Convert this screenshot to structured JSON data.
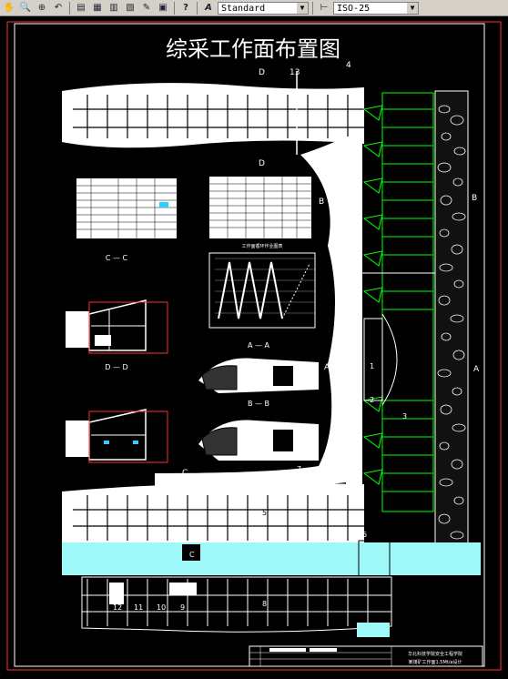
{
  "toolbar": {
    "text_style_value": "Standard",
    "dim_style_value": "ISO-25",
    "icons": [
      "pan-icon",
      "zoom-realtime-icon",
      "zoom-window-icon",
      "zoom-previous-icon",
      "properties-icon",
      "design-center-icon",
      "tool-palettes-icon",
      "sheet-set-icon",
      "markup-icon",
      "calculator-icon",
      "help-icon",
      "text-style-icon",
      "dim-style-icon"
    ]
  },
  "drawing": {
    "title": "综采工作面布置图",
    "section_labels": {
      "d_top": "D",
      "d_mid": "D",
      "num_13": "13",
      "num_4": "4",
      "b_left": "B",
      "b_right": "B",
      "a_left": "A",
      "a_right": "A",
      "c_left": "C",
      "c_bottom": "C",
      "num_1": "1",
      "num_2": "2",
      "num_3": "3",
      "num_7": "7",
      "num_5": "5",
      "num_6": "6",
      "num_8": "8",
      "num_9": "9",
      "num_10": "10",
      "num_11": "11",
      "num_12": "12"
    },
    "section_titles": {
      "cc": "C — C",
      "dd": "D — D",
      "aa": "A — A",
      "bb": "B — B"
    },
    "graph_caption": "工作面循环作业图表",
    "title_block": {
      "line1": "华北科技学院安全工程学院",
      "line2": "某煤矿工作面1.5Mt/a设计"
    }
  },
  "colors": {
    "wire": "#ffffff",
    "support": "#00ff00",
    "water": "#9ff8f8",
    "frame": "#ff3030",
    "toolbar": "#d4d0c8"
  }
}
